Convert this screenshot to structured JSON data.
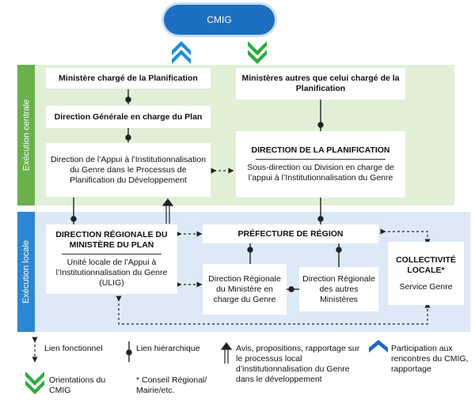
{
  "top": {
    "cmig": "CMIG"
  },
  "bands": {
    "central": "Exécution centrale",
    "local": "Exécution locale"
  },
  "boxes": {
    "min_plan": "Ministère chargé de la Planification",
    "dg_plan": "Direction Générale en charge du Plan",
    "dir_appui": "Direction de l’Appui à l’Institutionnalisation du Genre dans le Processus de Planification du Développement",
    "min_autres": "Ministères autres que celui chargé de la Planification",
    "dir_planif_title": "DIRECTION DE LA PLANIFICATION",
    "dir_planif_sub": "Sous-direction ou Division en charge de l’appui à l’Institutionnalisation du Genre",
    "dr_plan_title": "DIRECTION RÉGIONALE DU MINISTÈRE DU PLAN",
    "dr_plan_sub": "Unité locale de l’Appui à l’Institutionnalisation du Genre (ULIG)",
    "prefecture": "PRÉFECTURE DE RÉGION",
    "dr_min_genre": "Direction Régionale du Ministère en charge du Genre",
    "dr_autres": "Direction Régionale des autres Ministères",
    "collectivite_title": "COLLECTIVITÉ LOCALE*",
    "collectivite_sub": "Service Genre"
  },
  "legend": {
    "fonctionnel": "Lien fonctionnel",
    "hierarchique": "Lien hiérarchique",
    "avis": "Avis, propositions, rapportage sur le processus local d’institutionnalisation du Genre dans le développement",
    "participation": "Participation aux rencontres du CMIG, rapportage",
    "orientations": "Orientations du CMIG",
    "note": "* Conseil Régional/ Mairie/etc."
  },
  "colors": {
    "central": "#e1efd7",
    "local": "#dde9f7",
    "cmig": "#1c6fc0",
    "green": "#2eaa3c",
    "blue": "#1a6cc0"
  }
}
